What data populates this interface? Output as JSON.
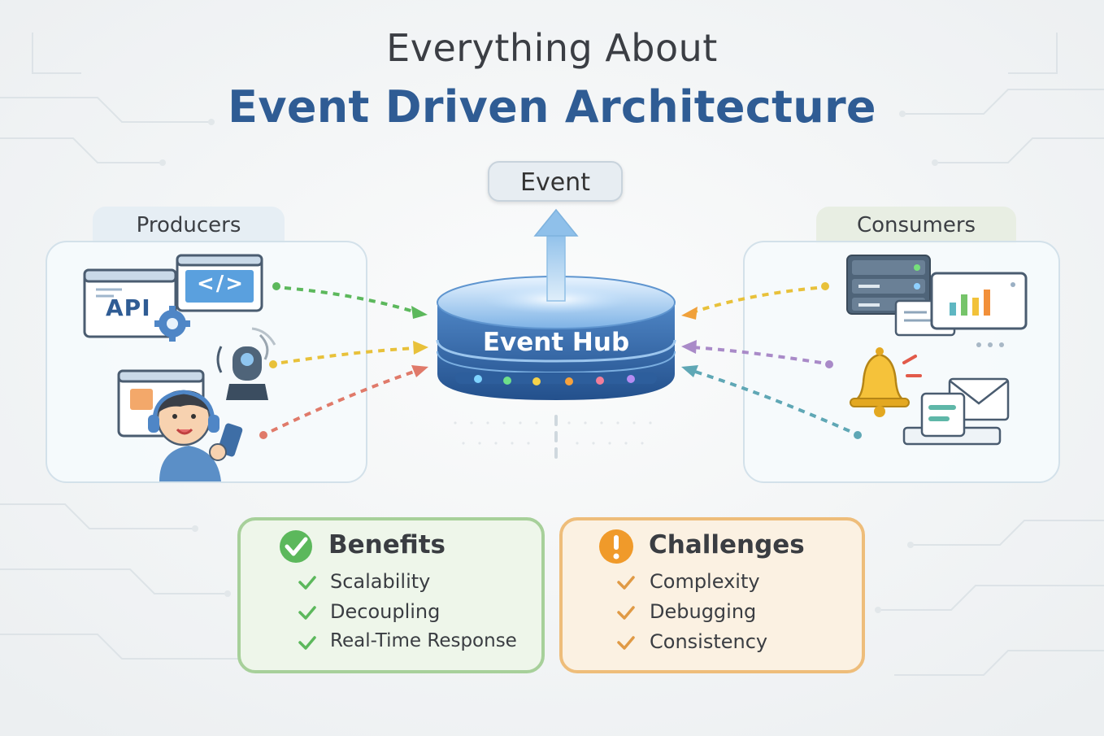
{
  "title": {
    "line1": "Everything About",
    "line2": "Event Driven Architecture"
  },
  "event_label": "Event",
  "hub_label": "Event Hub",
  "producers": {
    "label": "Producers",
    "icons": [
      "api-window-icon",
      "code-window-icon",
      "gear-icon",
      "sensor-icon",
      "user-with-phone-icon"
    ],
    "api_text": "API",
    "code_text": "</>"
  },
  "consumers": {
    "label": "Consumers",
    "icons": [
      "server-icon",
      "bar-chart-icon",
      "bell-icon",
      "envelope-icon",
      "message-icon"
    ]
  },
  "benefits": {
    "title": "Benefits",
    "items": [
      "Scalability",
      "Decoupling",
      "Real-Time Response"
    ]
  },
  "challenges": {
    "title": "Challenges",
    "items": [
      "Complexity",
      "Debugging",
      "Consistency"
    ]
  },
  "colors": {
    "title_blue": "#2f5c94",
    "green": "#5cb85c",
    "yellow": "#e8c13a",
    "red": "#e07a6a",
    "orange": "#f0a13a",
    "purple": "#a98ac8",
    "teal": "#5fa7b5"
  }
}
